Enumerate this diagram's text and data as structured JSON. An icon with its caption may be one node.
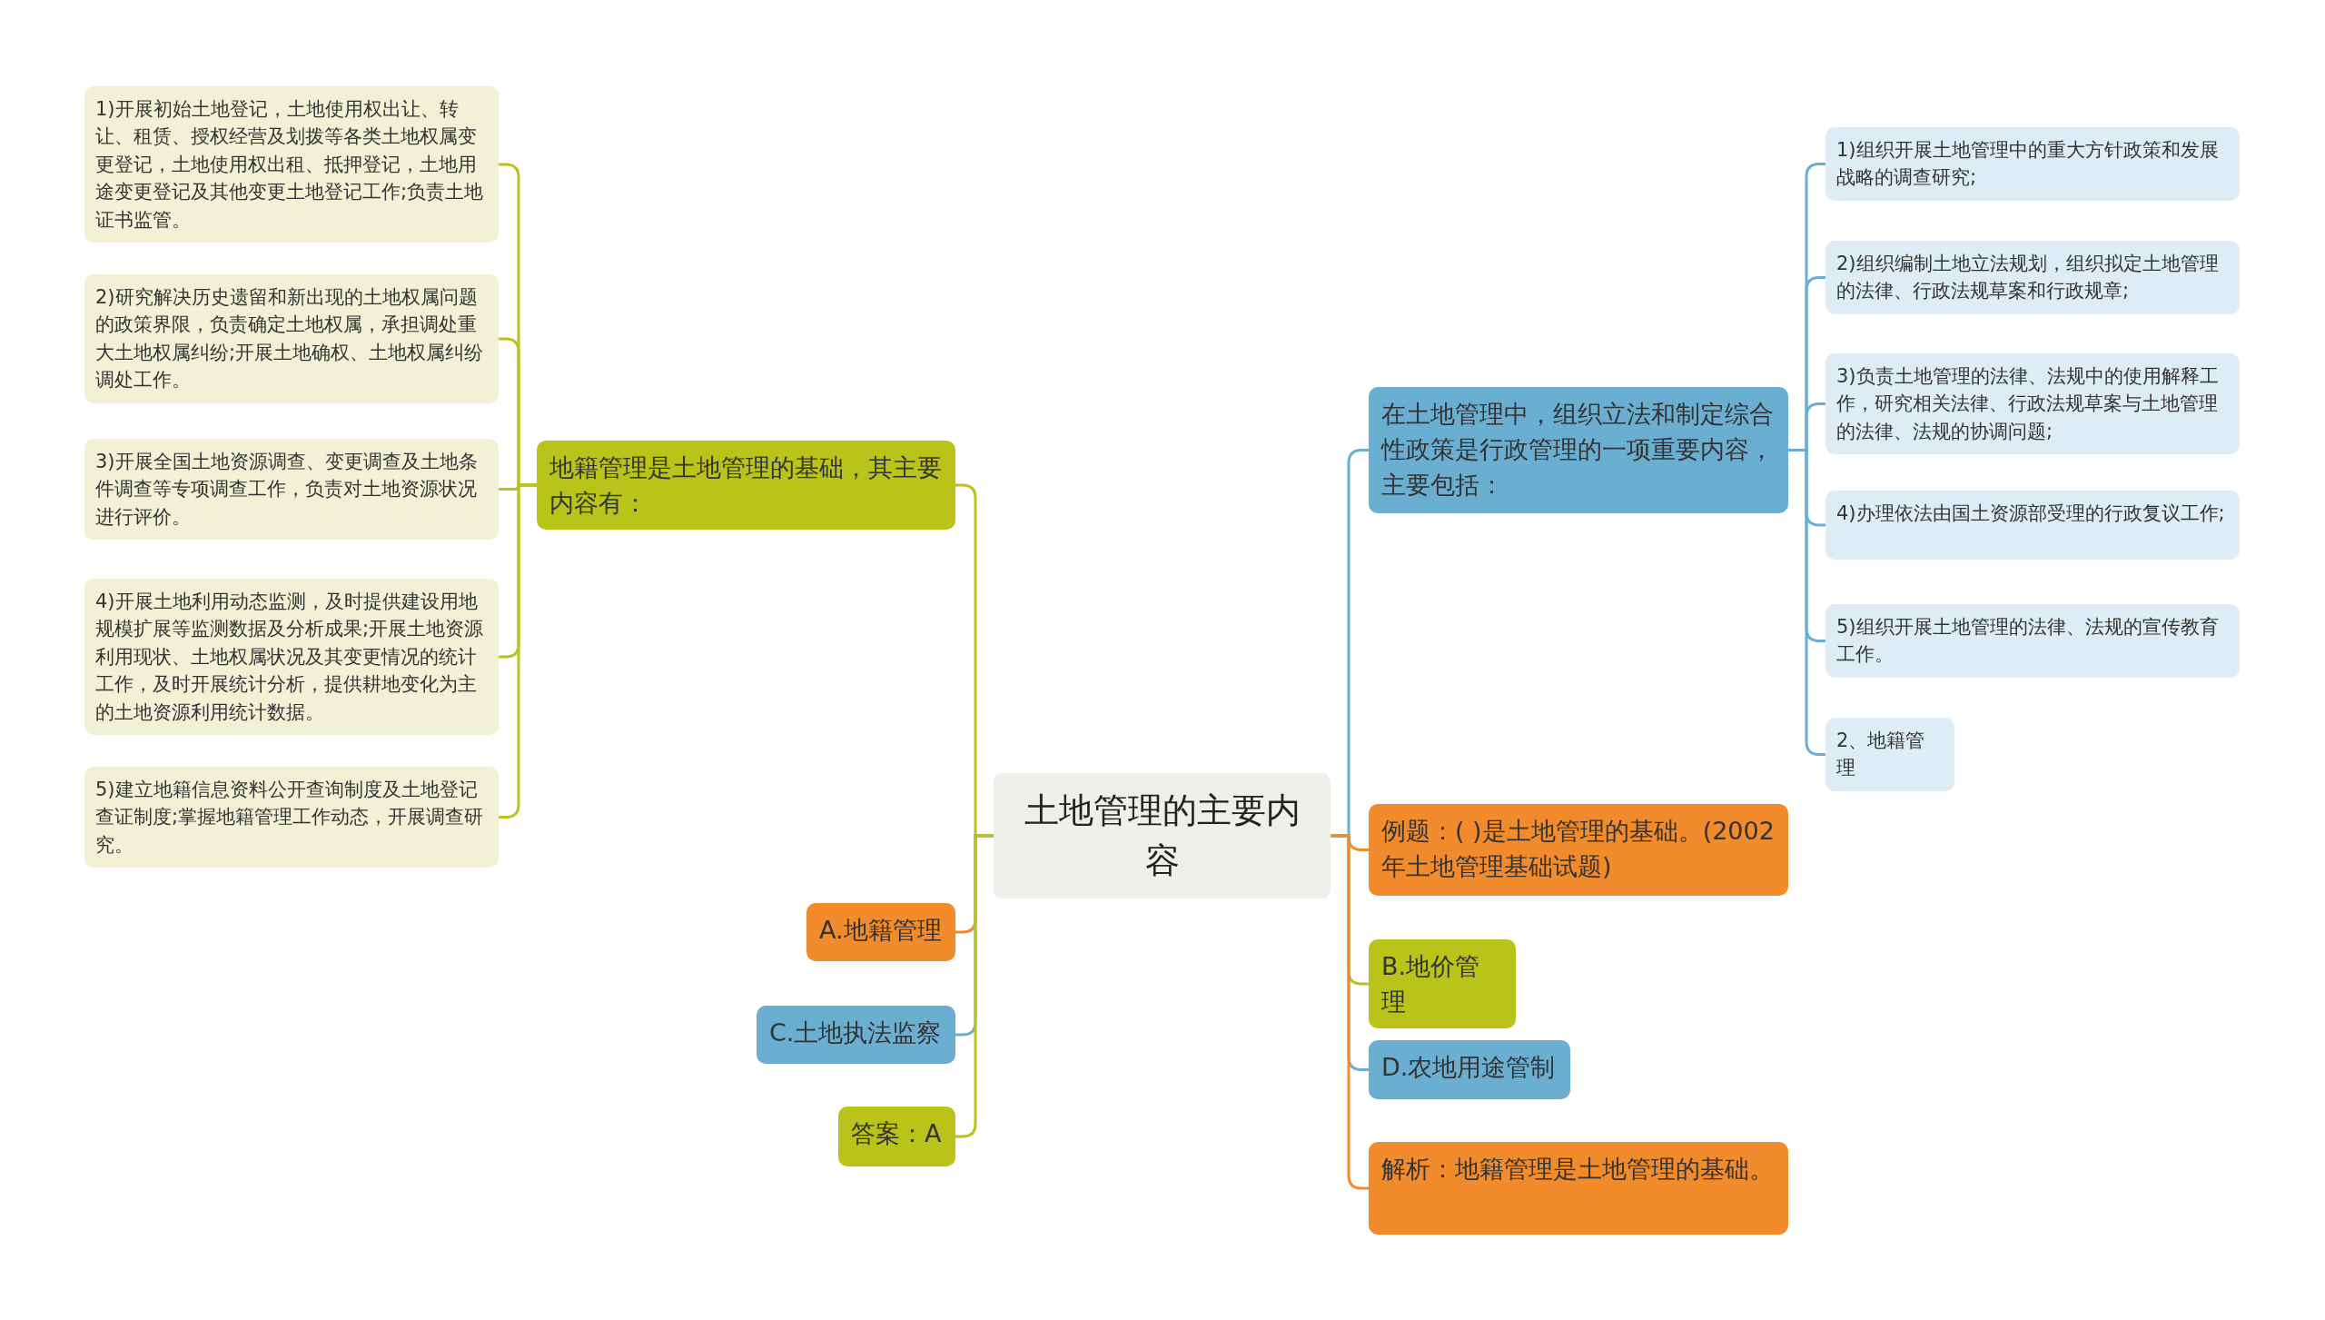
{
  "diagram": {
    "nodes": [
      {
        "text": [
          "土地管理的主要内容"
        ]
      },
      {
        "text": [
          "地籍管理是土地管理的基础，其主要内容有："
        ]
      },
      {
        "text": [
          "1)开展初始土地登记，土地使用权出让、转让、租赁、授权经营及划拨等各类土地权属变更登记，土地使用权出租、抵押登记，土地用途变更登记及其他变更土地登记工作;负责土地证书监管。"
        ]
      },
      {
        "text": [
          "2)研究解决历史遗留和新出现的土地权属问题的政策界限，负责确定土地权属，承担调处重大土地权属纠纷;开展土地确权、土地权属纠纷调处工作。"
        ]
      },
      {
        "text": [
          "3)开展全国土地资源调查、变更调查及土地条件调查等专项调查工作，负责对土地资源状况进行评价。"
        ]
      },
      {
        "text": [
          "4)开展土地利用动态监测，及时提供建设用地规模扩展等监测数据及分析成果;开展土地资源利用现状、土地权属状况及其变更情况的统计工作，及时开展统计分析，提供耕地变化为主的土地资源利用统计数据。"
        ]
      },
      {
        "text": [
          "5)建立地籍信息资料公开查询制度及土地登记查证制度;掌握地籍管理工作动态，开展调查研究。"
        ]
      },
      {
        "text": [
          "A.地籍管理"
        ]
      },
      {
        "text": [
          "C.土地执法监察"
        ]
      },
      {
        "text": [
          "答案：A"
        ]
      },
      {
        "text": [
          "在土地管理中，组织立法和制定综合性政策是行政管理的一项重要内容，主要包括："
        ]
      },
      {
        "text": [
          "1)组织开展土地管理中的重大方针政策和发展战略的调查研究;"
        ]
      },
      {
        "text": [
          "2)组织编制土地立法规划，组织拟定土地管理的法律、行政法规草案和行政规章;"
        ]
      },
      {
        "text": [
          "3)负责土地管理的法律、法规中的使用解释工作，研究相关法律、行政法规草案与土地管理的法律、法规的协调问题;"
        ]
      },
      {
        "text": [
          "4)办理依法由国土资源部受理的行政复议工作;"
        ]
      },
      {
        "text": [
          "5)组织开展土地管理的法律、法规的宣传教育工作。"
        ]
      },
      {
        "text": [
          "2、地籍管理"
        ]
      },
      {
        "text": [
          "例题：( )是土地管理的基础。(2002年土地管理基础试题)"
        ]
      },
      {
        "text": [
          "B.地价管理"
        ]
      },
      {
        "text": [
          "D.农地用途管制"
        ]
      },
      {
        "text": [
          "解析：地籍管理是土地管理的基础。"
        ]
      }
    ],
    "edges": [
      {
        "from": 0,
        "to": 1,
        "arrow": "none",
        "color": "#bac31a"
      },
      {
        "from": 1,
        "to": 2,
        "arrow": "none",
        "color": "#bac31a"
      },
      {
        "from": 1,
        "to": 3,
        "arrow": "none",
        "color": "#bac31a"
      },
      {
        "from": 1,
        "to": 4,
        "arrow": "none",
        "color": "#bac31a"
      },
      {
        "from": 1,
        "to": 5,
        "arrow": "none",
        "color": "#bac31a"
      },
      {
        "from": 1,
        "to": 6,
        "arrow": "none",
        "color": "#bac31a"
      },
      {
        "from": 0,
        "to": 7,
        "arrow": "none",
        "color": "#f28b2c"
      },
      {
        "from": 0,
        "to": 8,
        "arrow": "none",
        "color": "#6aaed1"
      },
      {
        "from": 0,
        "to": 9,
        "arrow": "none",
        "color": "#bac31a"
      },
      {
        "from": 0,
        "to": 10,
        "arrow": "none",
        "color": "#6aaed1"
      },
      {
        "from": 10,
        "to": 11,
        "arrow": "none",
        "color": "#6aaed1"
      },
      {
        "from": 10,
        "to": 12,
        "arrow": "none",
        "color": "#6aaed1"
      },
      {
        "from": 10,
        "to": 13,
        "arrow": "none",
        "color": "#6aaed1"
      },
      {
        "from": 10,
        "to": 14,
        "arrow": "none",
        "color": "#6aaed1"
      },
      {
        "from": 10,
        "to": 15,
        "arrow": "none",
        "color": "#6aaed1"
      },
      {
        "from": 10,
        "to": 16,
        "arrow": "none",
        "color": "#6aaed1"
      },
      {
        "from": 0,
        "to": 17,
        "arrow": "none",
        "color": "#f28b2c"
      },
      {
        "from": 0,
        "to": 18,
        "arrow": "none",
        "color": "#bac31a"
      },
      {
        "from": 0,
        "to": 19,
        "arrow": "none",
        "color": "#6aaed1"
      },
      {
        "from": 0,
        "to": 20,
        "arrow": "none",
        "color": "#f28b2c"
      }
    ]
  }
}
